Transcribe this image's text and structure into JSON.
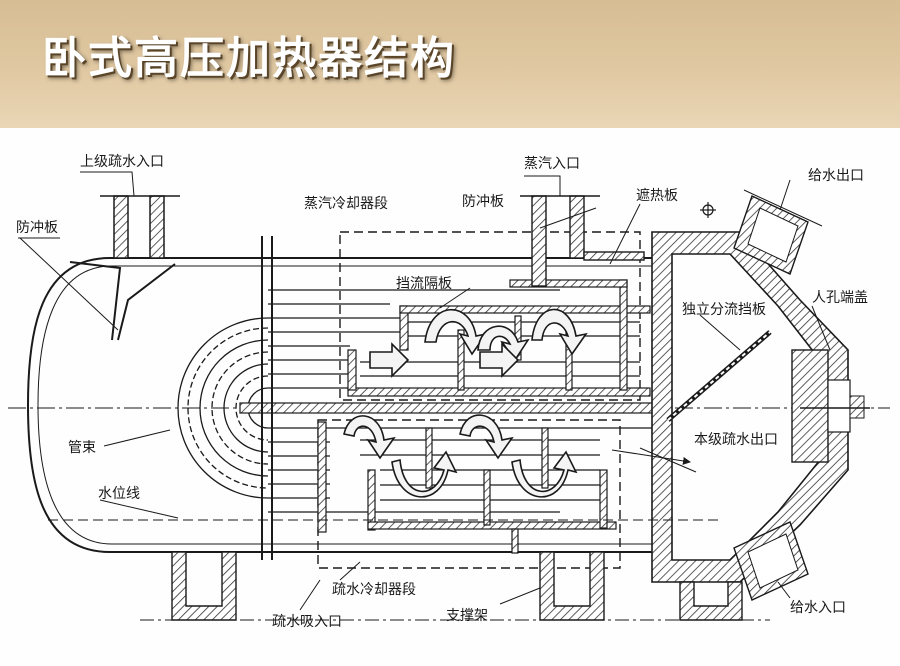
{
  "slide": {
    "title": "卧式高压加热器结构"
  },
  "diagram": {
    "labels": {
      "upper_drain_inlet": "上级疏水入口",
      "impingement_plate_left": "防冲板",
      "steam_inlet": "蒸汽入口",
      "steam_cooling_section": "蒸汽冷却器段",
      "impingement_plate_top": "防冲板",
      "shroud_plate": "遮热板",
      "feedwater_outlet": "给水出口",
      "flow_baffle": "挡流隔板",
      "independent_split_baffle": "独立分流挡板",
      "manhole_cover": "人孔端盖",
      "tube_bundle": "管束",
      "water_level_line": "水位线",
      "drain_outlet": "本级疏水出口",
      "drain_cooling_section": "疏水冷却器段",
      "drain_suction_inlet": "疏水吸入口",
      "support_frame": "支撑架",
      "feedwater_inlet": "给水入口"
    },
    "colors": {
      "line": "#1a1a1a",
      "hatch": "#333333",
      "arrow_fill": "#f4f4f4",
      "paper": "#fefefe"
    }
  }
}
